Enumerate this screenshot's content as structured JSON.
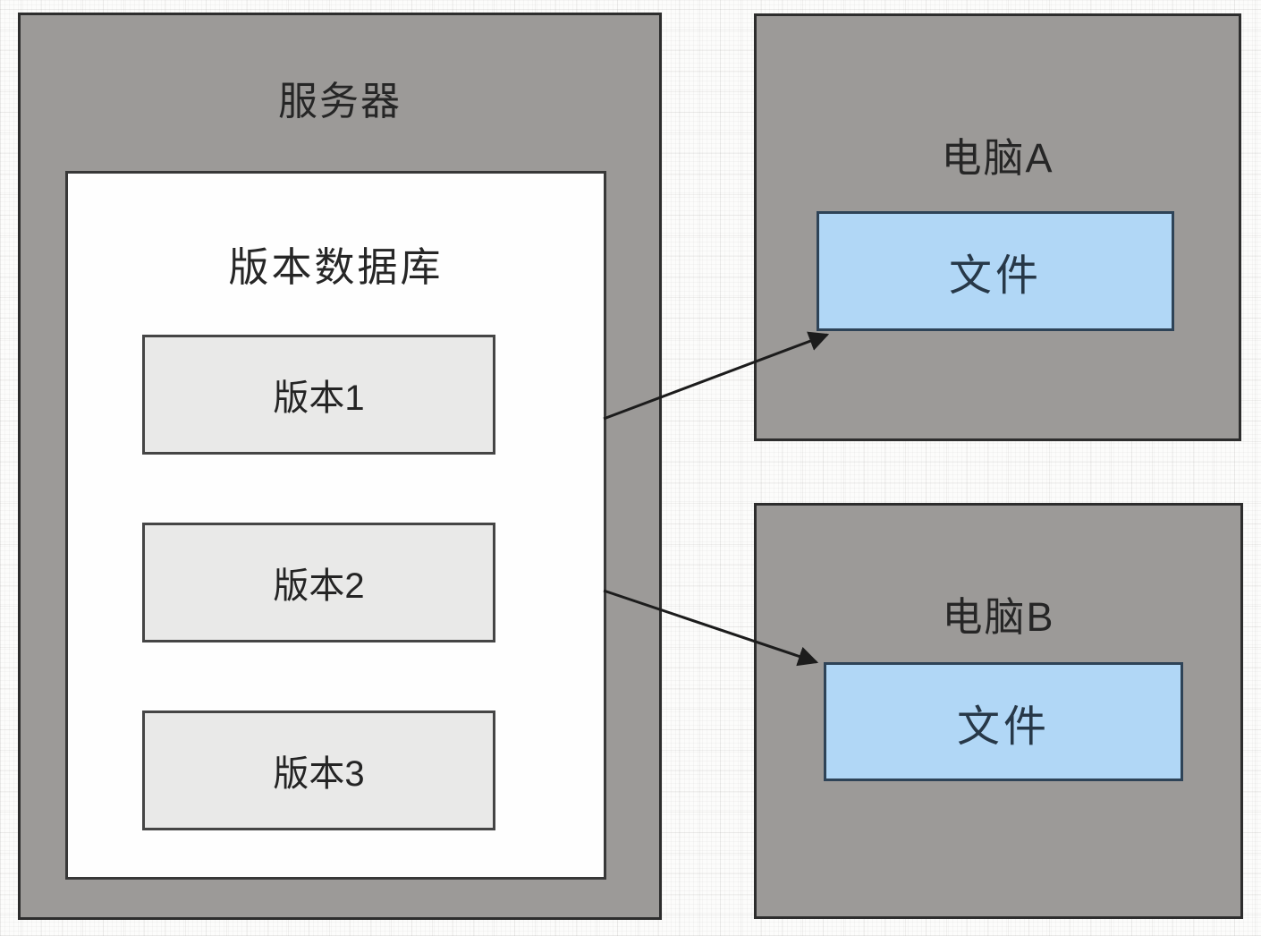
{
  "diagram": {
    "server": {
      "title": "服务器",
      "database": {
        "title": "版本数据库",
        "versions": [
          {
            "label": "版本1"
          },
          {
            "label": "版本2"
          },
          {
            "label": "版本3"
          }
        ]
      }
    },
    "computers": [
      {
        "title": "电脑A",
        "file_label": "文件"
      },
      {
        "title": "电脑B",
        "file_label": "文件"
      }
    ],
    "arrows": [
      {
        "name": "database-to-computer-a-file"
      },
      {
        "name": "database-to-computer-b-file"
      }
    ],
    "colors": {
      "gray_fill": "#9c9a98",
      "dark_border": "#2d2d2d",
      "version_fill": "#e9e9e8",
      "blue_fill": "#b1d7f6",
      "blue_border": "#2e4357"
    }
  }
}
